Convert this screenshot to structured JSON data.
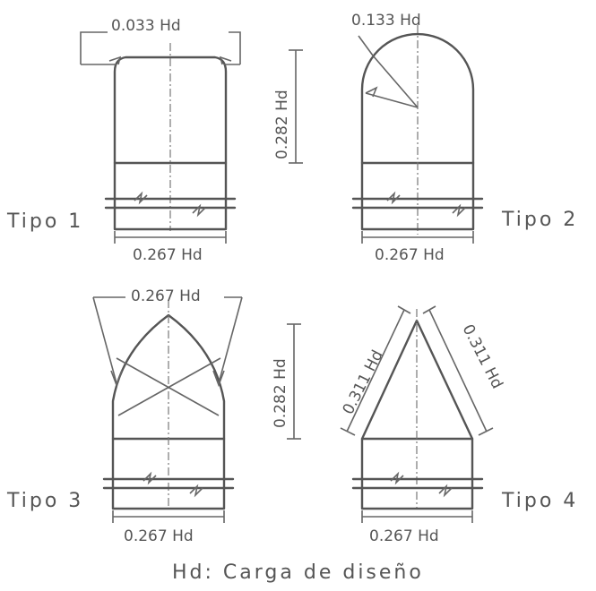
{
  "types": {
    "t1": "Tipo 1",
    "t2": "Tipo 2",
    "t3": "Tipo 3",
    "t4": "Tipo 4"
  },
  "dims": {
    "t1_top": "0.033 Hd",
    "t1_bottom": "0.267 Hd",
    "t1_height": "0.282 Hd",
    "t2_top": "0.133 Hd",
    "t2_bottom": "0.267 Hd",
    "t3_top": "0.267 Hd",
    "t3_bottom": "0.267 Hd",
    "t3_height": "0.282 Hd",
    "t4_left": "0.311 Hd",
    "t4_right": "0.311 Hd",
    "t4_bottom": "0.267 Hd"
  },
  "legend": {
    "symbol": "Hd",
    "text": ": Carga de diseño"
  }
}
